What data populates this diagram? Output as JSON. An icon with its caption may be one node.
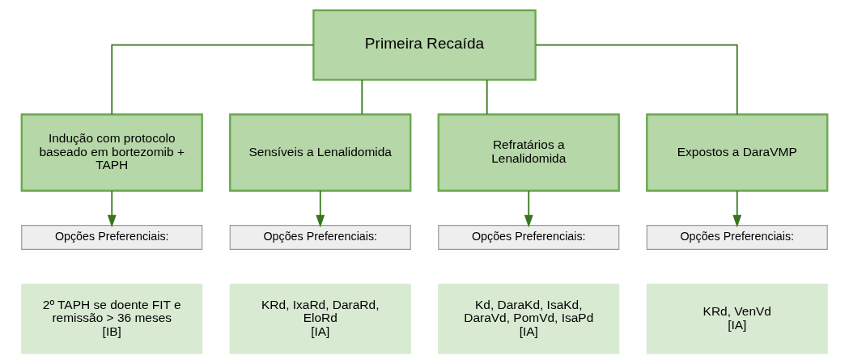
{
  "diagram": {
    "nodes": [
      {
        "text": [
          "Primeira Recaída"
        ]
      },
      {
        "text": [
          "Indução com protocolo baseado em bortezomib + TAPH"
        ]
      },
      {
        "text": [
          "Sensíveis a Lenalidomida"
        ]
      },
      {
        "text": [
          "Refratários a Lenalidomida"
        ]
      },
      {
        "text": [
          "Expostos a DaraVMP"
        ]
      },
      {
        "text": [
          "Opções Preferenciais:"
        ]
      },
      {
        "text": [
          "Opções Preferenciais:"
        ]
      },
      {
        "text": [
          "Opções Preferenciais:"
        ]
      },
      {
        "text": [
          "Opções Preferenciais:"
        ]
      },
      {
        "text": [
          "2º TAPH se doente FIT e remissão > 36 meses",
          "[IB]"
        ]
      },
      {
        "text": [
          "KRd, IxaRd, DaraRd, EloRd",
          "[IA]"
        ]
      },
      {
        "text": [
          "Kd, DaraKd, IsaKd, DaraVd, PomVd, IsaPd",
          "[IA]"
        ]
      },
      {
        "text": [
          "KRd, VenVd",
          "[IA]"
        ]
      }
    ],
    "edges": [
      {
        "from": 0,
        "to": 1,
        "arrow": "none"
      },
      {
        "from": 0,
        "to": 2,
        "arrow": "none"
      },
      {
        "from": 0,
        "to": 3,
        "arrow": "none"
      },
      {
        "from": 0,
        "to": 4,
        "arrow": "none"
      },
      {
        "from": 1,
        "to": 5,
        "arrow": "to"
      },
      {
        "from": 2,
        "to": 6,
        "arrow": "to"
      },
      {
        "from": 3,
        "to": 7,
        "arrow": "to"
      },
      {
        "from": 4,
        "to": 8,
        "arrow": "to"
      }
    ]
  }
}
